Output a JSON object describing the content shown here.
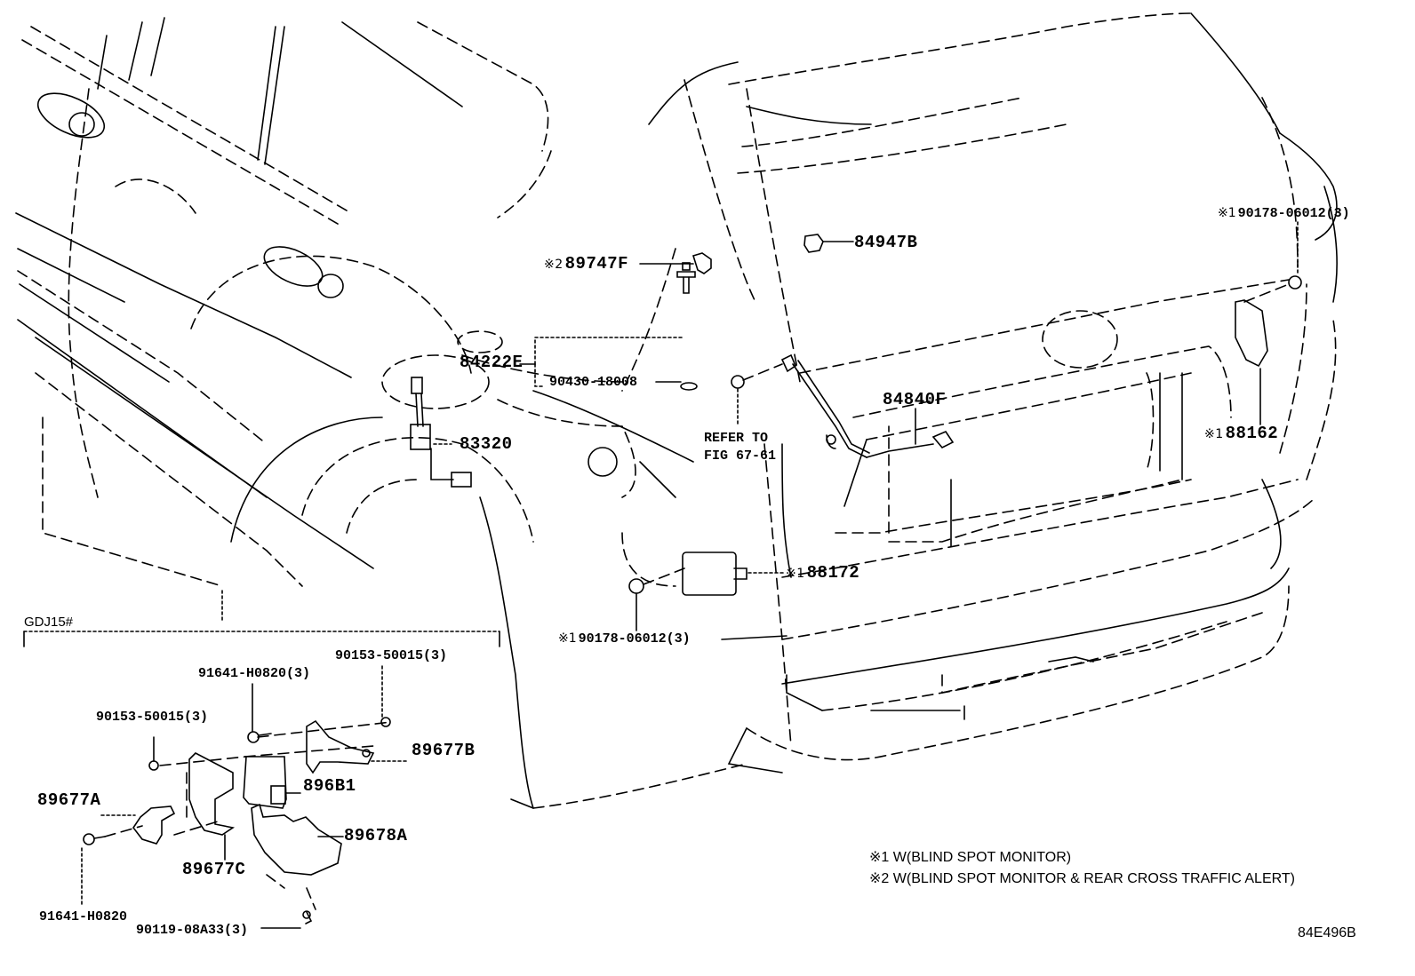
{
  "figure": {
    "id": "84E496B",
    "variant_label": "GDJ15#",
    "refer_note": {
      "line1": "REFER TO",
      "line2": "FIG 67-61"
    }
  },
  "footnotes": [
    {
      "mark": "※1",
      "text": "W(BLIND SPOT MONITOR)"
    },
    {
      "mark": "※2",
      "text": "W(BLIND SPOT MONITOR & REAR CROSS TRAFFIC ALERT)"
    }
  ],
  "callouts": [
    {
      "id": "89747F",
      "mark": "※2",
      "part": "89747F"
    },
    {
      "id": "84222E",
      "mark": "",
      "part": "84222E"
    },
    {
      "id": "90430-18008",
      "mark": "",
      "part": "90430-18008"
    },
    {
      "id": "83320",
      "mark": "",
      "part": "83320"
    },
    {
      "id": "84947B",
      "mark": "",
      "part": "84947B"
    },
    {
      "id": "84840F",
      "mark": "",
      "part": "84840F"
    },
    {
      "id": "90178-06012-right",
      "mark": "※1",
      "part": "90178-06012(3)"
    },
    {
      "id": "88162",
      "mark": "※1",
      "part": "88162"
    },
    {
      "id": "88172",
      "mark": "※1",
      "part": "88172"
    },
    {
      "id": "90178-06012-left",
      "mark": "※1",
      "part": "90178-06012(3)"
    },
    {
      "id": "90153-50015-top",
      "mark": "",
      "part": "90153-50015(3)"
    },
    {
      "id": "91641-H0820-top",
      "mark": "",
      "part": "91641-H0820(3)"
    },
    {
      "id": "90153-50015-left",
      "mark": "",
      "part": "90153-50015(3)"
    },
    {
      "id": "89677B",
      "mark": "",
      "part": "89677B"
    },
    {
      "id": "896B1",
      "mark": "",
      "part": "896B1"
    },
    {
      "id": "89677A",
      "mark": "",
      "part": "89677A"
    },
    {
      "id": "89678A",
      "mark": "",
      "part": "89678A"
    },
    {
      "id": "89677C",
      "mark": "",
      "part": "89677C"
    },
    {
      "id": "91641-H0820-bottom",
      "mark": "",
      "part": "91641-H0820"
    },
    {
      "id": "90119-08A33",
      "mark": "",
      "part": "90119-08A33(3)"
    }
  ]
}
